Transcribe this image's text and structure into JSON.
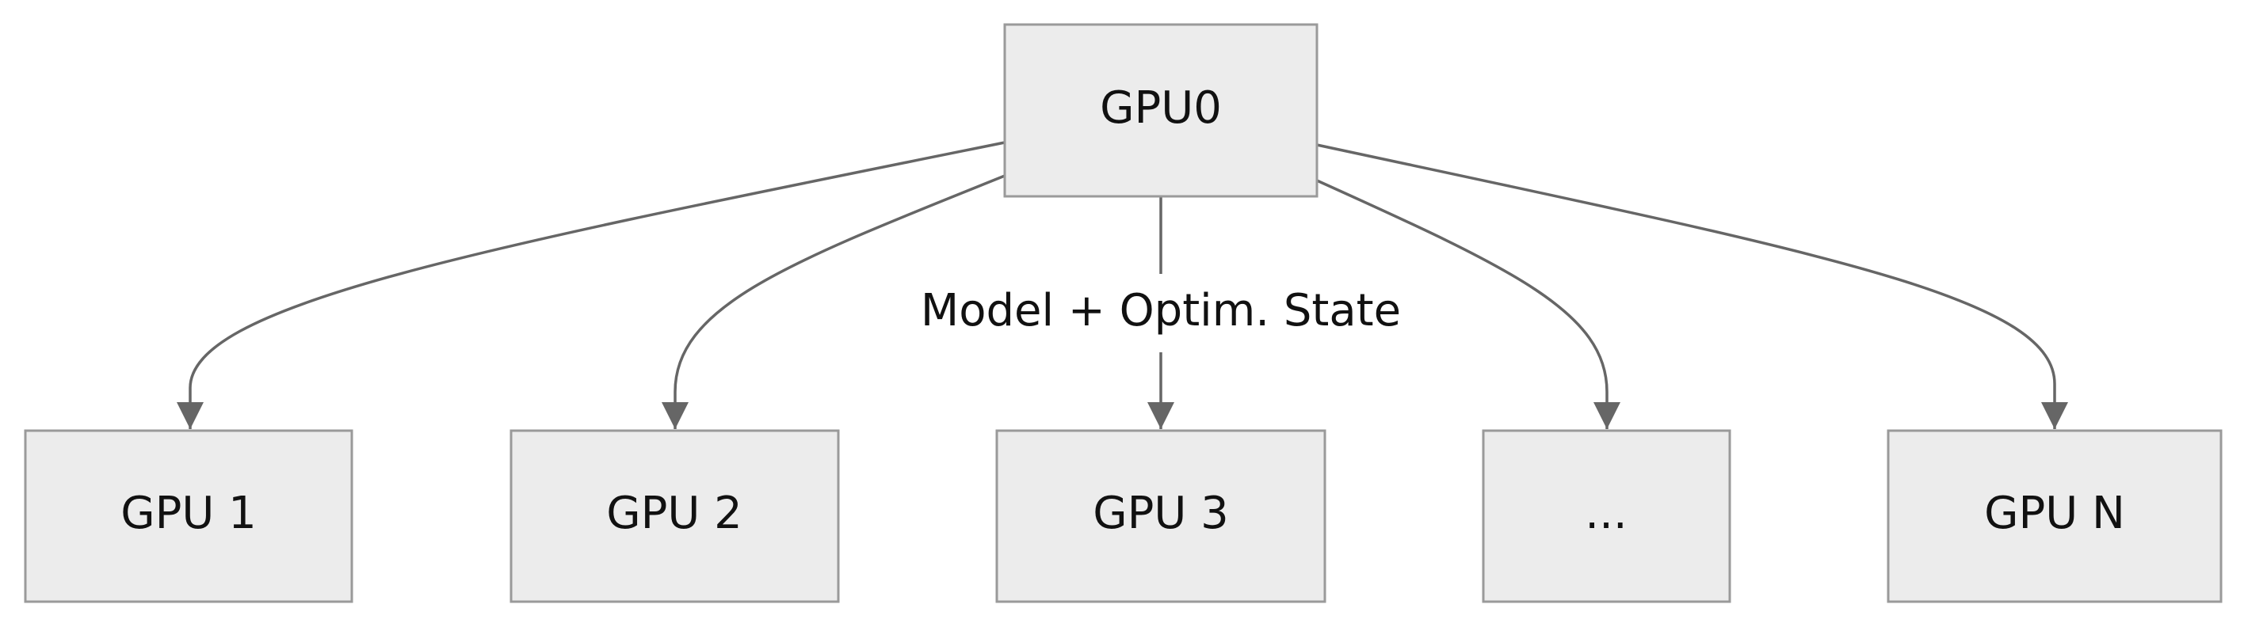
{
  "diagram": {
    "root": {
      "label": "GPU0"
    },
    "children": [
      {
        "label": "GPU 1"
      },
      {
        "label": "GPU 2"
      },
      {
        "label": "GPU 3"
      },
      {
        "label": "..."
      },
      {
        "label": "GPU N"
      }
    ],
    "edge_label": "Model + Optim. State"
  },
  "colors": {
    "node_fill": "#ececec",
    "node_border": "#9a9a9a",
    "edge": "#666666",
    "text": "#111111"
  }
}
